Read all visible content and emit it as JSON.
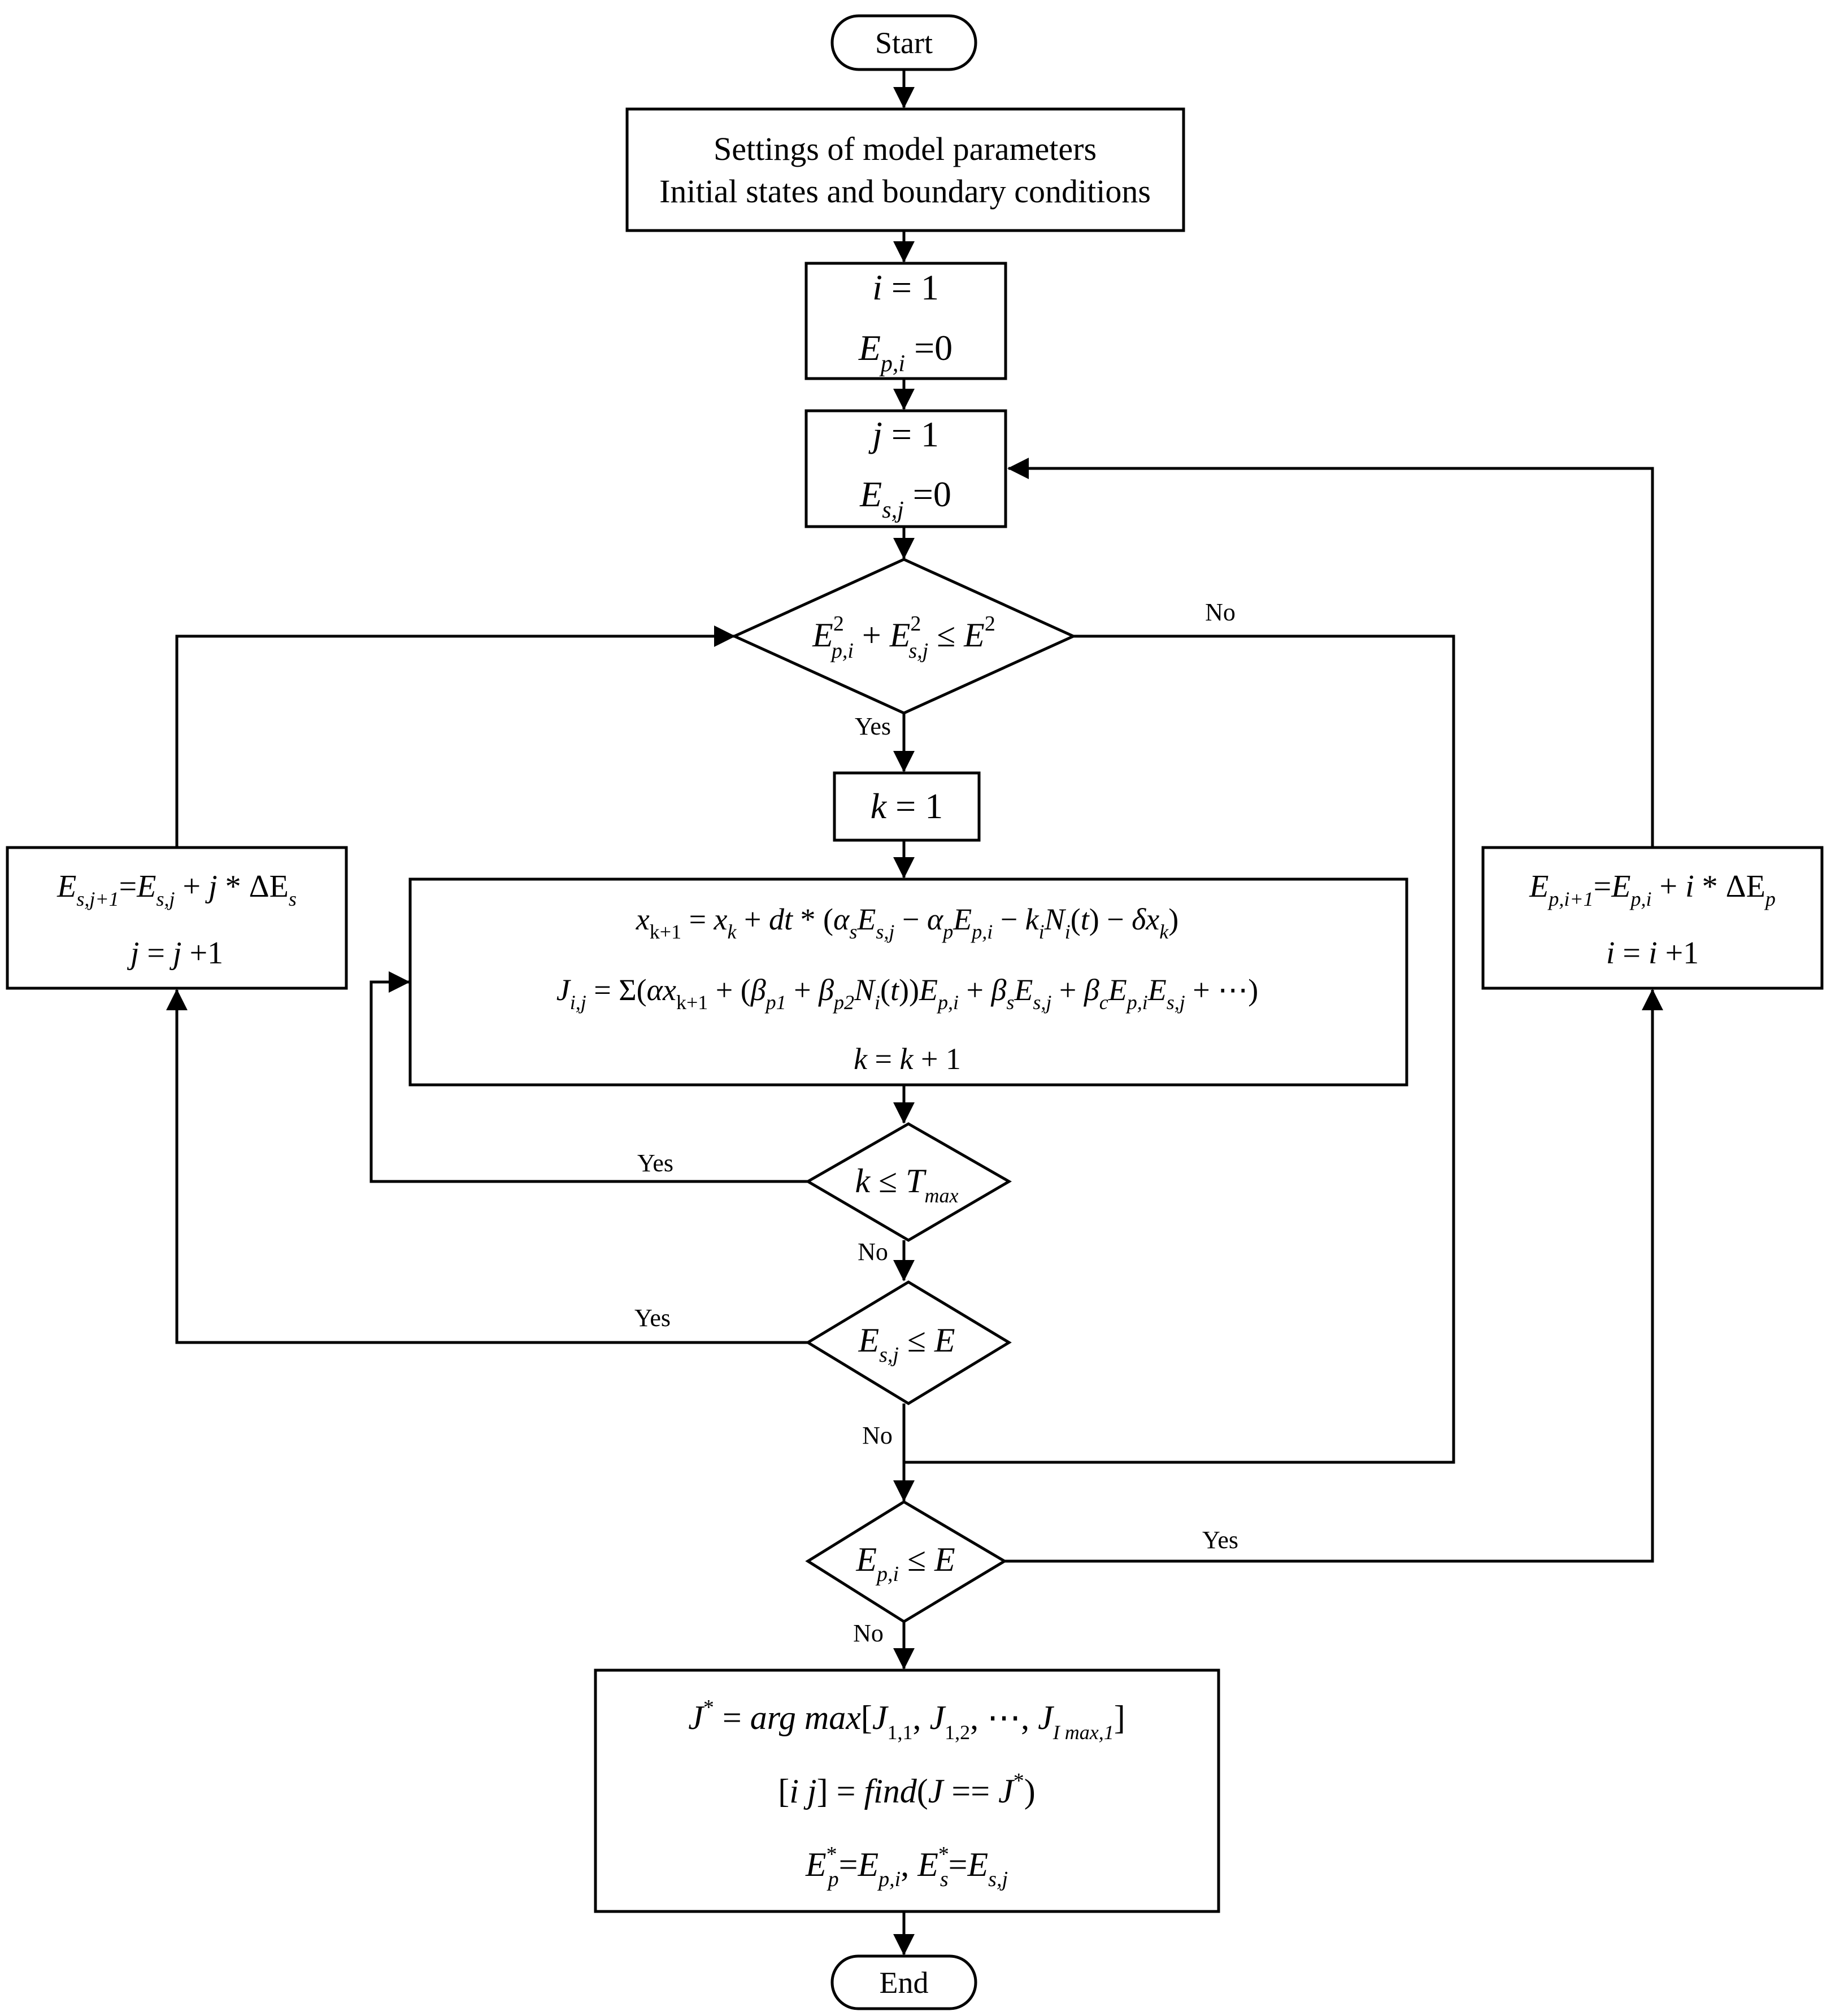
{
  "nodes": {
    "start": "Start",
    "end": "End",
    "settings_line1": "Settings of model parameters",
    "settings_line2": "Initial states and boundary conditions",
    "init_i": {
      "line1": "i = 1",
      "line2": "E_{p,i} = 0"
    },
    "init_j": {
      "line1": "j = 1",
      "line2": "E_{s,j} = 0"
    },
    "cond_energy": "E_{p,i}^2 + E_{s,j}^2 ≤ E^2",
    "init_k": "k = 1",
    "compute": {
      "line1": "x_{k+1} = x_k + dt * (α_s E_{s,j} − α_p E_{p,i} − k_i N_i(t) − δ x_k)",
      "line2": "J_{i,j} = Σ(α x_{k+1} + (β_{p1} + β_{p2} N_i(t)) E_{p,i} + β_s E_{s,j} + β_c E_{p,i} E_{s,j} + ⋯)",
      "line3": "k = k + 1"
    },
    "cond_k": "k ≤ T_max",
    "cond_es": "E_{s,j} ≤ E",
    "cond_ep": "E_{p,i} ≤ E",
    "update_j": {
      "line1": "E_{s,j+1} = E_{s,j} + j * ΔE_s",
      "line2": "j = j + 1"
    },
    "update_i": {
      "line1": "E_{p,i+1} = E_{p,i} + i * ΔE_p",
      "line2": "i = i + 1"
    },
    "result": {
      "line1": "J* = arg max[J_{1,1}, J_{1,2}, ⋯, J_{I max,1}]",
      "line2": "[i j] = find(J == J*)",
      "line3": "E_p* = E_{p,i}, E_s* = E_{s,j}"
    }
  },
  "edge_labels": {
    "energy_yes": "Yes",
    "energy_no": "No",
    "k_yes": "Yes",
    "k_no": "No",
    "es_yes": "Yes",
    "es_no": "No",
    "ep_yes": "Yes",
    "ep_no": "No"
  }
}
